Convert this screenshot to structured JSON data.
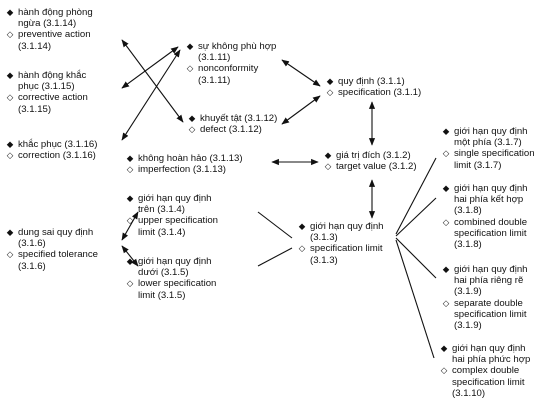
{
  "markers": {
    "vi": "◆",
    "en": "◇"
  },
  "colors": {
    "text": "#111111",
    "lines": "#111111",
    "background": "#ffffff"
  },
  "nodes": {
    "preventive": {
      "vi": [
        "hành động phòng",
        "ngừa (3.1.14)"
      ],
      "en": [
        "preventive action",
        "(3.1.14)"
      ]
    },
    "corrective_act": {
      "vi": [
        "hành động khắc",
        "phục (3.1.15)"
      ],
      "en": [
        "corrective action",
        "(3.1.15)"
      ]
    },
    "correction": {
      "vi": [
        "khắc phục (3.1.16)"
      ],
      "en": [
        "correction (3.1.16)"
      ]
    },
    "nonconformity": {
      "vi": [
        "sự không phù hợp",
        "(3.1.11)"
      ],
      "en": [
        "nonconformity",
        "(3.1.11)"
      ]
    },
    "defect": {
      "vi": [
        "khuyết tật (3.1.12)"
      ],
      "en": [
        "defect (3.1.12)"
      ]
    },
    "specification": {
      "vi": [
        "quy định (3.1.1)"
      ],
      "en": [
        "specification (3.1.1)"
      ]
    },
    "imperfection": {
      "vi": [
        "không hoàn hảo (3.1.13)"
      ],
      "en": [
        "imperfection (3.1.13)"
      ]
    },
    "target": {
      "vi": [
        "giá trị đích (3.1.2)"
      ],
      "en": [
        "target value (3.1.2)"
      ]
    },
    "tolerance": {
      "vi": [
        "dung sai quy định",
        "(3.1.6)"
      ],
      "en": [
        "specified tolerance",
        "(3.1.6)"
      ]
    },
    "upper": {
      "vi": [
        "giới hạn quy định",
        "trên (3.1.4)"
      ],
      "en": [
        "upper specification",
        "limit (3.1.4)"
      ]
    },
    "lower": {
      "vi": [
        "giới hạn quy định",
        "dưới (3.1.5)"
      ],
      "en": [
        "lower specification",
        "limit (3.1.5)"
      ]
    },
    "spec_limit": {
      "vi": [
        "giới hạn quy định",
        "(3.1.3)"
      ],
      "en": [
        "specification limit",
        "(3.1.3)"
      ]
    },
    "single": {
      "vi": [
        "giới hạn quy định",
        "một phía (3.1.7)"
      ],
      "en": [
        "single specification",
        "limit (3.1.7)"
      ]
    },
    "combined": {
      "vi": [
        "giới hạn quy định",
        "hai phía kết hợp",
        "(3.1.8)"
      ],
      "en": [
        "combined double",
        "specification limit",
        "(3.1.8)"
      ]
    },
    "separate": {
      "vi": [
        "giới hạn quy định",
        "hai phía riêng rẽ",
        "(3.1.9)"
      ],
      "en": [
        "separate double",
        "specification limit",
        "(3.1.9)"
      ]
    },
    "complex": {
      "vi": [
        "giới hạn quy định",
        "hai phía phức hợp",
        "(3.1.10)"
      ],
      "en": [
        "complex double",
        "specification limit",
        "(3.1.10)"
      ]
    }
  }
}
